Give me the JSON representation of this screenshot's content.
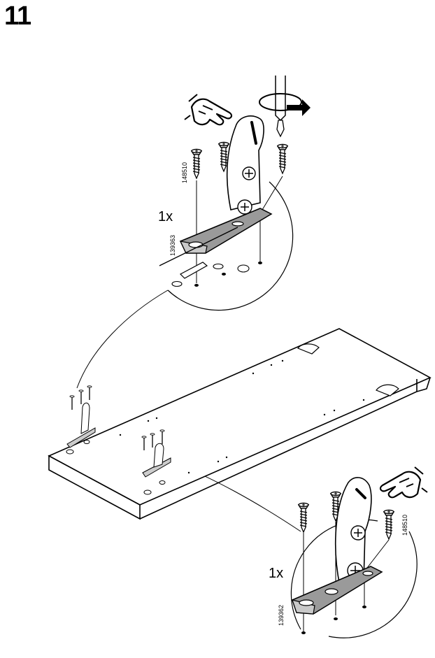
{
  "step": {
    "number": "11"
  },
  "detail_top": {
    "quantity": "1x",
    "screw_part_number": "148510",
    "hinge_part_number": "139363"
  },
  "detail_bottom": {
    "quantity": "1x",
    "screw_part_number": "148510",
    "hinge_part_number": "139362"
  },
  "icons": [
    "screwdriver-icon",
    "rotate-clockwise-icon",
    "press-hand-icon",
    "screw-icon",
    "hinge-bracket-icon",
    "panel-board-icon"
  ]
}
